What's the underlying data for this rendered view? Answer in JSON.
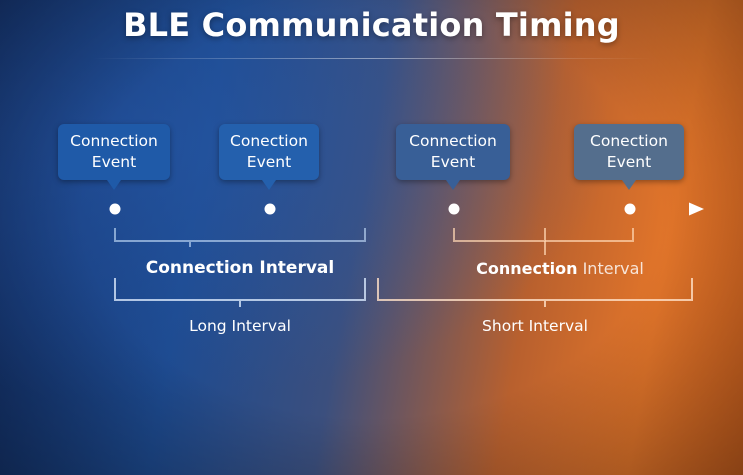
{
  "title": "BLE Communication Timing",
  "events": [
    {
      "line1": "Connection",
      "line2": "Event"
    },
    {
      "line1": "Conection",
      "line2": "Event"
    },
    {
      "line1": "Connection",
      "line2": "Event"
    },
    {
      "line1": "Conection",
      "line2": "Event"
    }
  ],
  "left_group": {
    "interval_label": "Connection Interval",
    "span_label": "Long Interval"
  },
  "right_group": {
    "interval_label_bold": "Connection",
    "interval_label_light": " Interval",
    "span_label": "Short Interval"
  }
}
